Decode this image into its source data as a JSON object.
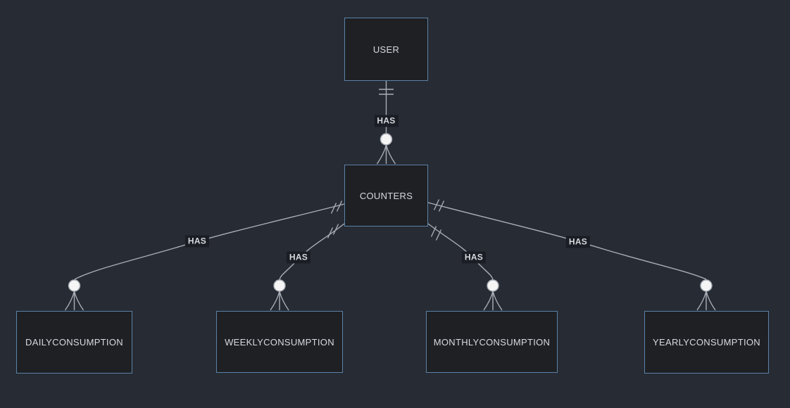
{
  "diagram": {
    "type": "entity-relationship",
    "entities": [
      {
        "id": "user",
        "label": "USER"
      },
      {
        "id": "counters",
        "label": "COUNTERS"
      },
      {
        "id": "daily",
        "label": "DAILYCONSUMPTION"
      },
      {
        "id": "weekly",
        "label": "WEEKLYCONSUMPTION"
      },
      {
        "id": "monthly",
        "label": "MONTHLYCONSUMPTION"
      },
      {
        "id": "yearly",
        "label": "YEARLYCONSUMPTION"
      }
    ],
    "relationships": [
      {
        "from": "USER",
        "to": "COUNTERS",
        "label": "HAS",
        "from_cardinality": "exactly-one",
        "to_cardinality": "zero-or-more"
      },
      {
        "from": "COUNTERS",
        "to": "DAILYCONSUMPTION",
        "label": "HAS",
        "from_cardinality": "exactly-one",
        "to_cardinality": "zero-or-more"
      },
      {
        "from": "COUNTERS",
        "to": "WEEKLYCONSUMPTION",
        "label": "HAS",
        "from_cardinality": "exactly-one",
        "to_cardinality": "zero-or-more"
      },
      {
        "from": "COUNTERS",
        "to": "MONTHLYCONSUMPTION",
        "label": "HAS",
        "from_cardinality": "exactly-one",
        "to_cardinality": "zero-or-more"
      },
      {
        "from": "COUNTERS",
        "to": "YEARLYCONSUMPTION",
        "label": "HAS",
        "from_cardinality": "exactly-one",
        "to_cardinality": "zero-or-more"
      }
    ]
  },
  "colors": {
    "background": "#272b34",
    "entity_fill": "#1e2024",
    "entity_border": "#5b82a7",
    "edge_stroke": "#a9aeb6",
    "marker_fill": "#f5f5f5",
    "label_bg": "#1a1d24",
    "text_primary": "#d6d9de"
  }
}
